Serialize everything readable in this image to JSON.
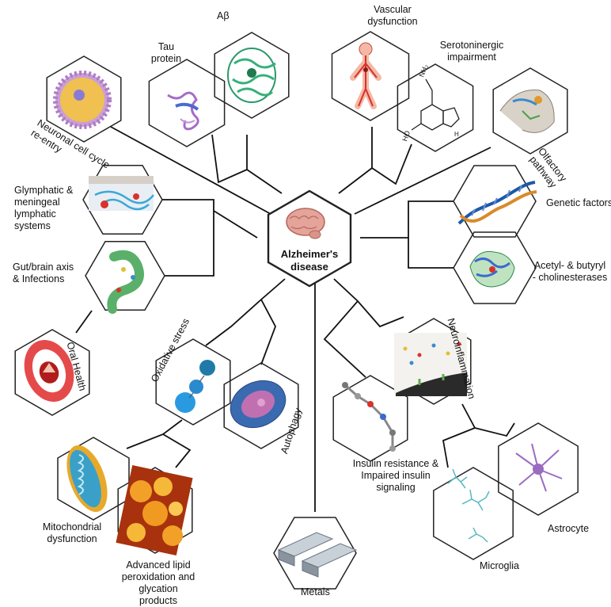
{
  "center": {
    "title": "Alzheimer's disease",
    "icon": "brain-icon"
  },
  "nodes": [
    {
      "id": "tau",
      "label": "Tau protein",
      "icon": "tau-protein-icon"
    },
    {
      "id": "abeta",
      "label": "Aβ",
      "icon": "amyloid-beta-protein-icon"
    },
    {
      "id": "vascular",
      "label": "Vascular dysfunction",
      "icon": "human-vascular-system-icon"
    },
    {
      "id": "serotonin",
      "label": "Serotoninergic impairment",
      "icon": "serotonin-molecule-icon"
    },
    {
      "id": "olfactory",
      "label": "Olfactory pathway",
      "icon": "olfactory-pathway-icon"
    },
    {
      "id": "cellcycle",
      "label": "Neuronal cell cycle re-entry",
      "icon": "neuron-cell-icon"
    },
    {
      "id": "glymphatic",
      "label": "Glymphatic & meningeal lymphatic systems",
      "icon": "meninges-tissue-icon"
    },
    {
      "id": "genetic",
      "label": "Genetic factors",
      "icon": "dna-helix-icon"
    },
    {
      "id": "cholinesterase",
      "label": "Acetyl- & butyryl - cholinesterases",
      "icon": "enzyme-structure-icon"
    },
    {
      "id": "gut",
      "label": "Gut/brain axis & Infections",
      "icon": "stomach-microbiota-icon"
    },
    {
      "id": "oral",
      "label": "Oral Health",
      "icon": "mouth-icon"
    },
    {
      "id": "oxidative",
      "label": "Oxidative stress",
      "icon": "oxidative-molecules-icon"
    },
    {
      "id": "autophagy",
      "label": "Autophagy",
      "icon": "cell-autophagy-icon"
    },
    {
      "id": "neuroinflammation",
      "label": "Neuroinflammation",
      "icon": "inflammation-membrane-icon"
    },
    {
      "id": "insulin",
      "label": "Insulin resistance & Impaired insulin signaling",
      "icon": "insulin-molecule-icon"
    },
    {
      "id": "mitochondrial",
      "label": "Mitochondrial dysfunction",
      "icon": "mitochondrion-icon"
    },
    {
      "id": "lipid",
      "label": "Advanced lipid peroxidation and glycation products",
      "icon": "lipid-droplets-icon"
    },
    {
      "id": "astrocyte",
      "label": "Astrocyte",
      "icon": "astrocyte-icon"
    },
    {
      "id": "microglia",
      "label": "Microglia",
      "icon": "microglia-icon"
    },
    {
      "id": "metals",
      "label": "Metals",
      "icon": "metal-bars-icon"
    }
  ],
  "colors": {
    "line": "#111111",
    "hex_stroke": "#222222",
    "brain": "#e4a49a",
    "dna_blue": "#1a5aa8",
    "dna_orange": "#d98a2a",
    "red": "#d9322b",
    "purple": "#9a6cc0",
    "teal": "#2aa0b8",
    "gold": "#e09a2a",
    "steel": "#9aa4ae"
  }
}
